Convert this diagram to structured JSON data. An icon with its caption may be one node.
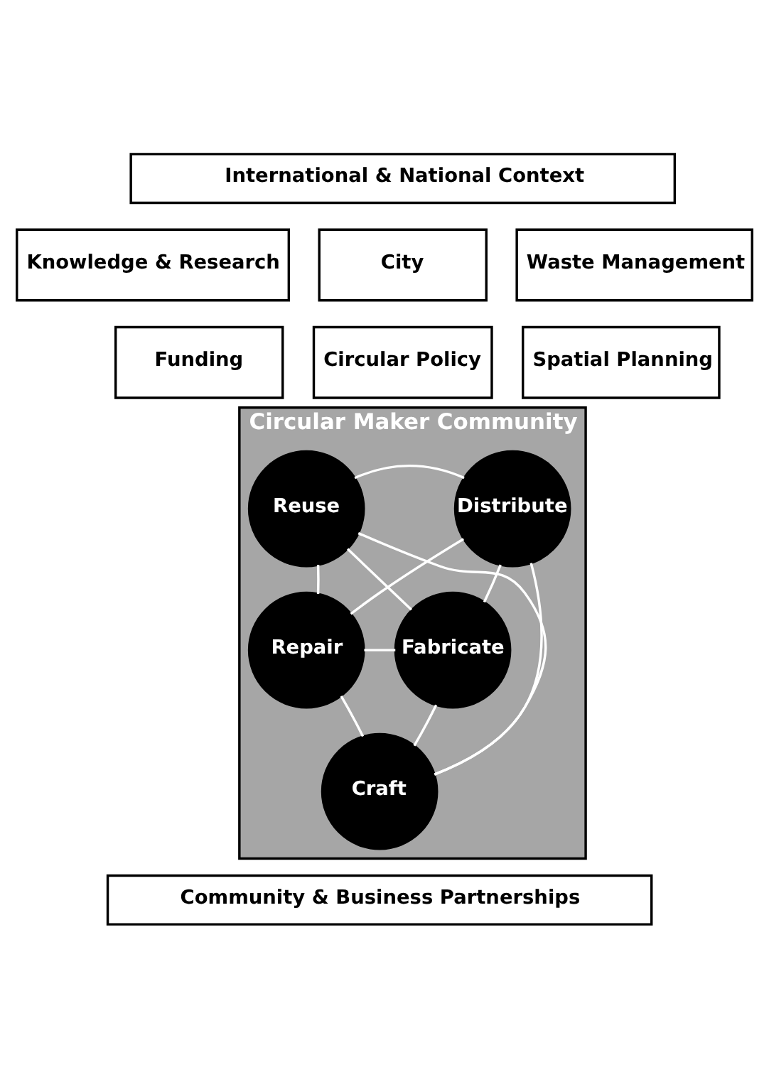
{
  "diagram": {
    "nodes": [
      {
        "text": [
          "International & National Context"
        ]
      },
      {
        "text": [
          "Knowledge & Research"
        ]
      },
      {
        "text": [
          "City"
        ]
      },
      {
        "text": [
          "Waste Management"
        ]
      },
      {
        "text": [
          "Funding"
        ]
      },
      {
        "text": [
          "Circular Policy"
        ]
      },
      {
        "text": [
          "Spatial Planning"
        ]
      },
      {
        "text": [
          "Circular Maker Community"
        ]
      },
      {
        "text": [
          "Reuse"
        ],
        "in": 7
      },
      {
        "text": [
          "Distribute"
        ],
        "in": 7
      },
      {
        "text": [
          "Repair"
        ],
        "in": 7
      },
      {
        "text": [
          "Fabricate"
        ],
        "in": 7
      },
      {
        "text": [
          "Craft"
        ],
        "in": 7
      },
      {
        "text": [
          "Community & Business Partnerships"
        ]
      }
    ],
    "edges": [
      {
        "from": 8,
        "to": 9,
        "arrow": "none"
      },
      {
        "from": 9,
        "to": 11,
        "arrow": "none"
      },
      {
        "from": 11,
        "to": 12,
        "arrow": "none"
      },
      {
        "from": 12,
        "to": 10,
        "arrow": "none"
      },
      {
        "from": 10,
        "to": 8,
        "arrow": "none"
      },
      {
        "from": 8,
        "to": 11,
        "arrow": "none"
      },
      {
        "from": 8,
        "to": 12,
        "arrow": "none"
      },
      {
        "from": 9,
        "to": 10,
        "arrow": "none"
      },
      {
        "from": 9,
        "to": 12,
        "arrow": "none"
      },
      {
        "from": 10,
        "to": 11,
        "arrow": "none"
      }
    ]
  }
}
